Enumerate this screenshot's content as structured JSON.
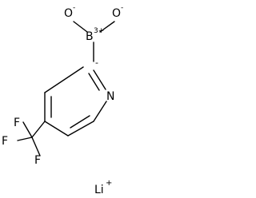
{
  "molecule": {
    "atoms": {
      "o_left": "O",
      "o_left_charge": "-",
      "o_right": "O",
      "o_right_charge": "-",
      "boron": "B",
      "boron_charge": "3+",
      "carbanion_charge": "-",
      "nitrogen": "N",
      "f_top": "F",
      "f_left": "F",
      "f_bottom": "F"
    },
    "counterion": "Li",
    "counterion_charge": "+"
  }
}
